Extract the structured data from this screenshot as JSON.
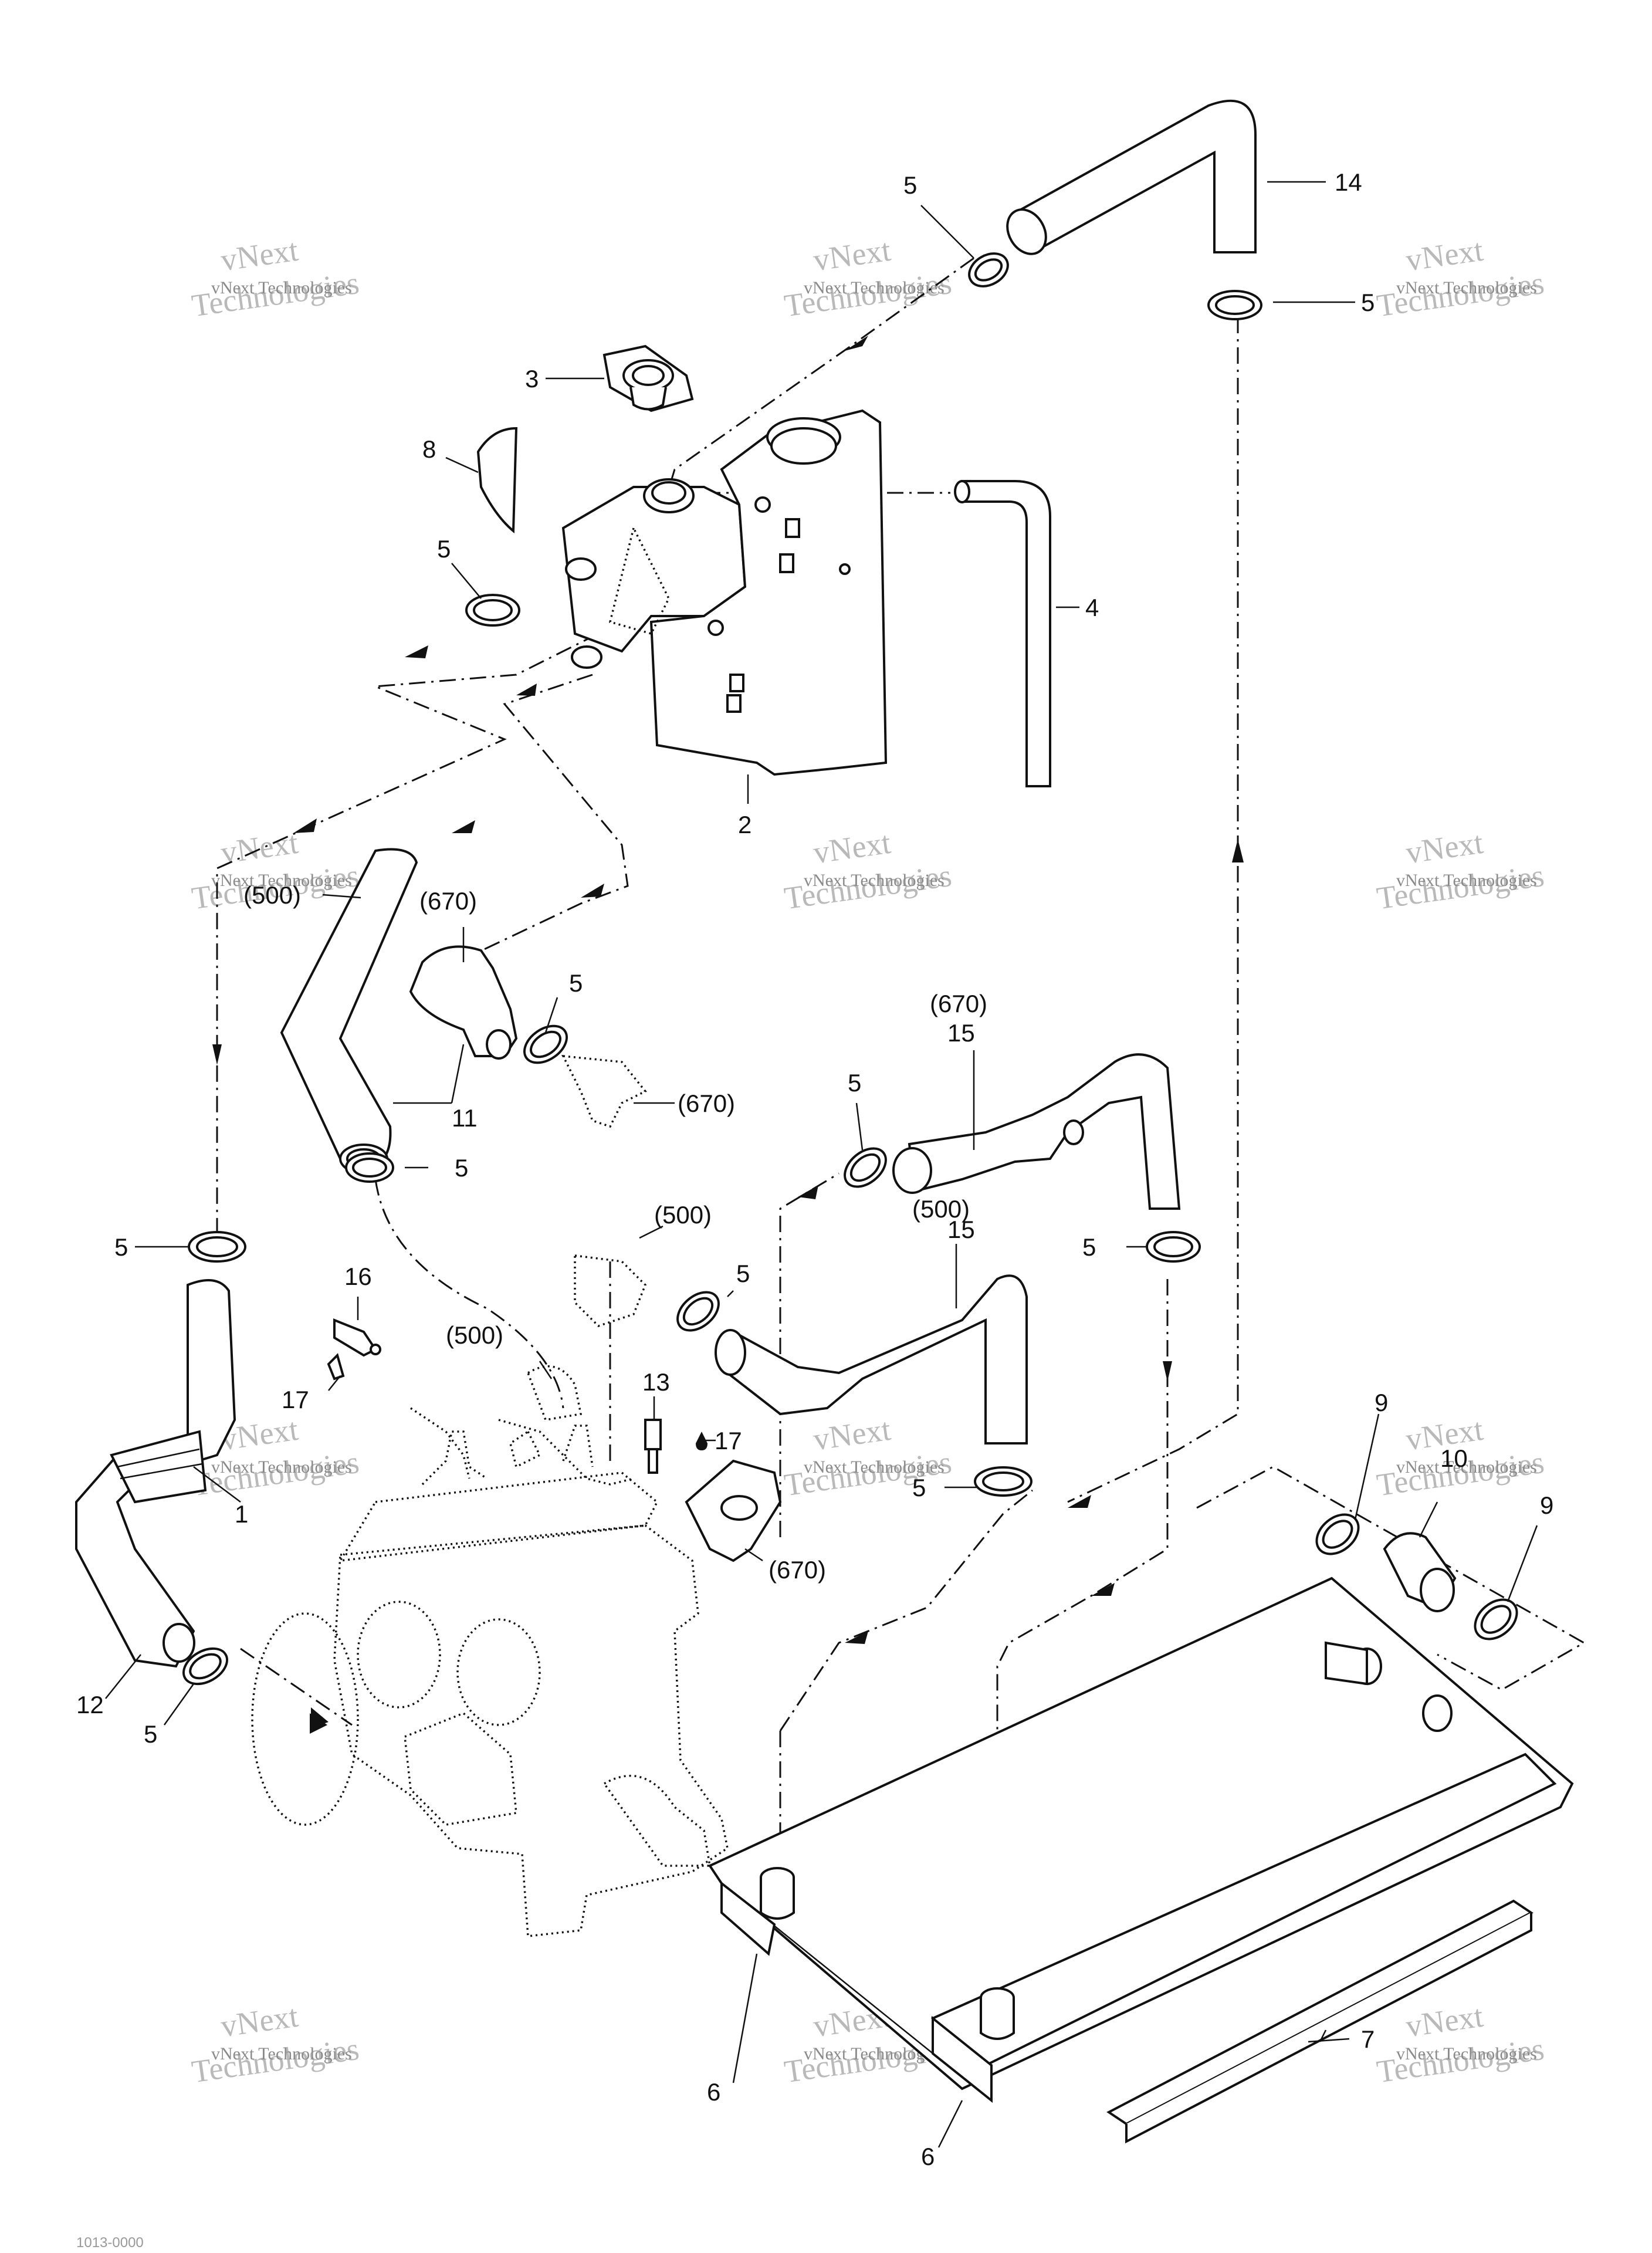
{
  "diagram": {
    "callouts": [
      "1",
      "2",
      "3",
      "4",
      "5",
      "6",
      "7",
      "8",
      "9",
      "10",
      "11",
      "12",
      "13",
      "14",
      "15",
      "16",
      "17"
    ],
    "references": [
      "(500)",
      "(670)"
    ],
    "watermark": {
      "line1": "vNext",
      "line2": "Technologies",
      "small": "vNext Technologies"
    },
    "drawing_number": "1013-0000"
  }
}
